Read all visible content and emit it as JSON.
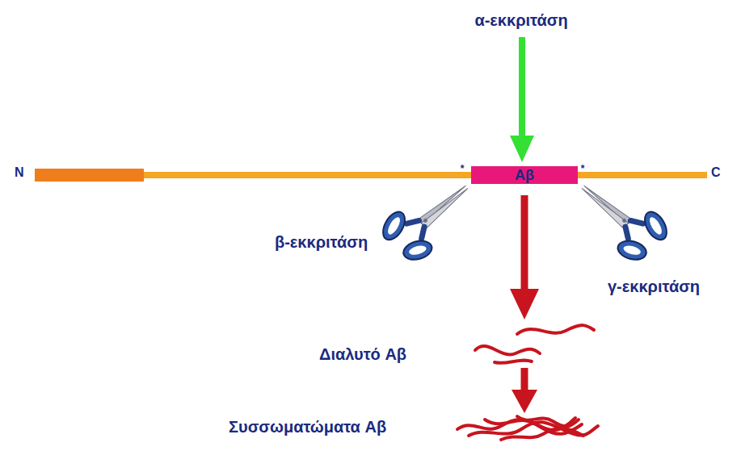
{
  "diagram": {
    "nodes": [
      {
        "text": [
          "Aβ"
        ]
      }
    ],
    "labels": [
      "α-εκκριτάση",
      "N",
      "C",
      "*",
      "*",
      "β-εκκριτάση",
      "γ-εκκριτάση",
      "Διαλυτό Aβ",
      "Συσσωματώματα Aβ"
    ]
  }
}
